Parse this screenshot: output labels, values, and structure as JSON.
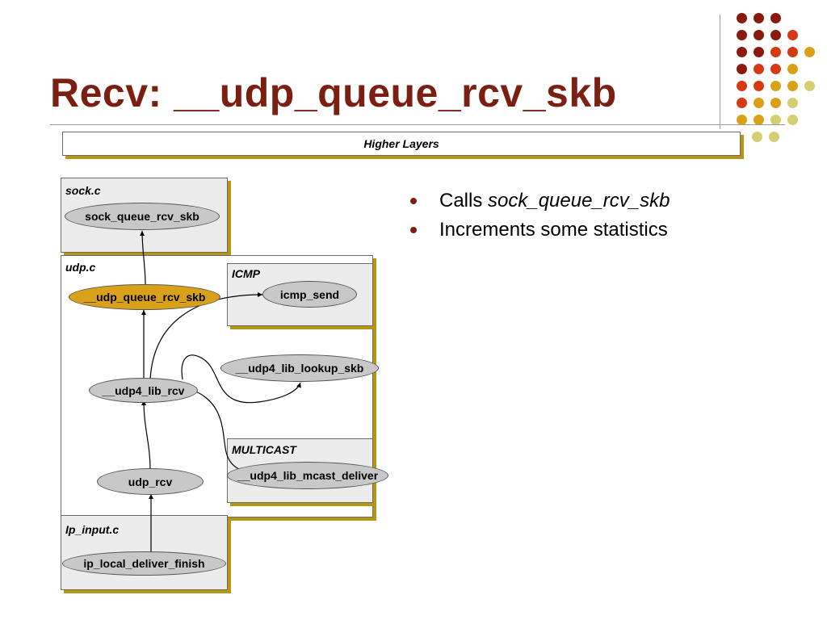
{
  "slide": {
    "title": "Recv: __udp_queue_rcv_skb",
    "higher_layers": "Higher Layers"
  },
  "boxes": {
    "sock_c": "sock.c",
    "udp_c": "udp.c",
    "icmp": "ICMP",
    "multicast": "MULTICAST",
    "ip_input_c": "Ip_input.c"
  },
  "nodes": {
    "sock_queue_rcv_skb": "sock_queue_rcv_skb",
    "udp_queue_rcv_skb": "__udp_queue_rcv_skb",
    "icmp_send": "icmp_send",
    "udp4_lib_lookup_skb": "__udp4_lib_lookup_skb",
    "udp4_lib_rcv": "__udp4_lib_rcv",
    "udp_rcv": "udp_rcv",
    "udp4_lib_mcast_deliver": "__udp4_lib_mcast_deliver",
    "ip_local_deliver_finish": "ip_local_deliver_finish"
  },
  "bullets": [
    {
      "text": "Calls ",
      "emph": "sock_queue_rcv_skb"
    },
    {
      "text": "Increments some statistics",
      "emph": ""
    }
  ],
  "colors": {
    "title": "#7b1f12",
    "shadow": "#b8960f",
    "highlight_node": "#d9a11a",
    "dot_dark_red": "#8b1a0e",
    "dot_orange_red": "#d63a12",
    "dot_gold": "#d9a11a",
    "dot_khaki": "#d4cf72"
  },
  "decoration": {
    "dot_grid": [
      [
        "dark-red",
        "dark-red",
        "dark-red"
      ],
      [
        "dark-red",
        "dark-red",
        "dark-red",
        "orange-red"
      ],
      [
        "dark-red",
        "dark-red",
        "orange-red",
        "orange-red",
        "gold"
      ],
      [
        "dark-red",
        "orange-red",
        "orange-red",
        "gold"
      ],
      [
        "orange-red",
        "orange-red",
        "gold",
        "gold",
        "khaki"
      ],
      [
        "orange-red",
        "gold",
        "gold",
        "khaki"
      ],
      [
        "gold",
        "gold",
        "khaki",
        "khaki"
      ],
      [
        "khaki",
        "khaki"
      ]
    ]
  }
}
